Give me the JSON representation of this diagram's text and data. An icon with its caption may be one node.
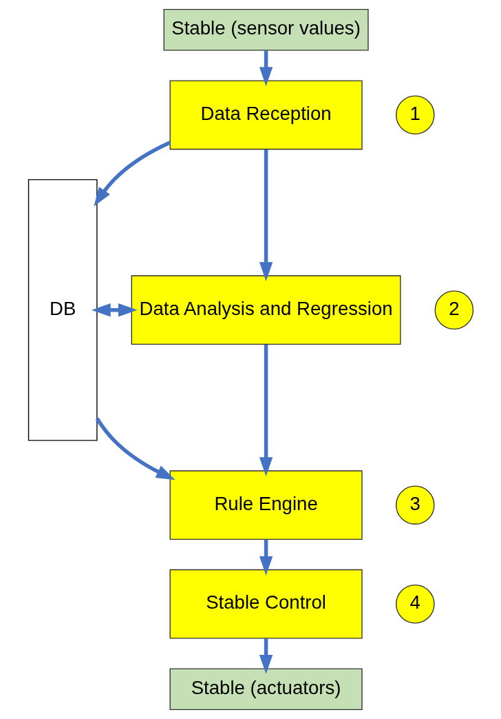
{
  "diagram": {
    "nodes": [
      {
        "text": [
          "Stable (sensor values)"
        ]
      },
      {
        "text": [
          "DB"
        ]
      },
      {
        "text": [
          "Data Reception"
        ]
      },
      {
        "text": [
          "1"
        ]
      },
      {
        "text": [
          "Data Analysis and Regression"
        ]
      },
      {
        "text": [
          "2"
        ]
      },
      {
        "text": [
          "Rule Engine"
        ]
      },
      {
        "text": [
          "3"
        ]
      },
      {
        "text": [
          "Stable Control"
        ]
      },
      {
        "text": [
          "4"
        ]
      },
      {
        "text": [
          "Stable (actuators)"
        ]
      }
    ],
    "edges": [
      {
        "from": 0,
        "to": 2,
        "arrow": "to"
      },
      {
        "from": 2,
        "to": 1,
        "arrow": "to"
      },
      {
        "from": 2,
        "to": 4,
        "arrow": "to"
      },
      {
        "from": 4,
        "to": 1,
        "arrow": "both"
      },
      {
        "from": 1,
        "to": 6,
        "arrow": "to"
      },
      {
        "from": 4,
        "to": 6,
        "arrow": "to"
      },
      {
        "from": 6,
        "to": 8,
        "arrow": "to"
      },
      {
        "from": 8,
        "to": 10,
        "arrow": "to"
      }
    ]
  }
}
